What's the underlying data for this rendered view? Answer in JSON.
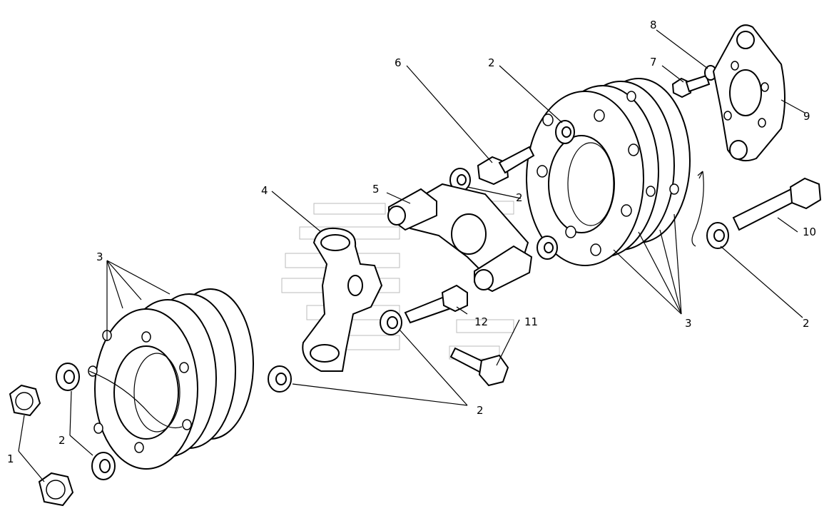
{
  "diagram": {
    "callouts": [
      {
        "id": "c1",
        "text": "1"
      },
      {
        "id": "c2a",
        "text": "2"
      },
      {
        "id": "c2b",
        "text": "2"
      },
      {
        "id": "c2c",
        "text": "2"
      },
      {
        "id": "c2d",
        "text": "2"
      },
      {
        "id": "c2e",
        "text": "2"
      },
      {
        "id": "c3a",
        "text": "3"
      },
      {
        "id": "c3b",
        "text": "3"
      },
      {
        "id": "c4",
        "text": "4"
      },
      {
        "id": "c5",
        "text": "5"
      },
      {
        "id": "c6",
        "text": "6"
      },
      {
        "id": "c7",
        "text": "7"
      },
      {
        "id": "c8",
        "text": "8"
      },
      {
        "id": "c9",
        "text": "9"
      },
      {
        "id": "c10",
        "text": "10"
      },
      {
        "id": "c11",
        "text": "11"
      },
      {
        "id": "c12",
        "text": "12"
      }
    ]
  }
}
